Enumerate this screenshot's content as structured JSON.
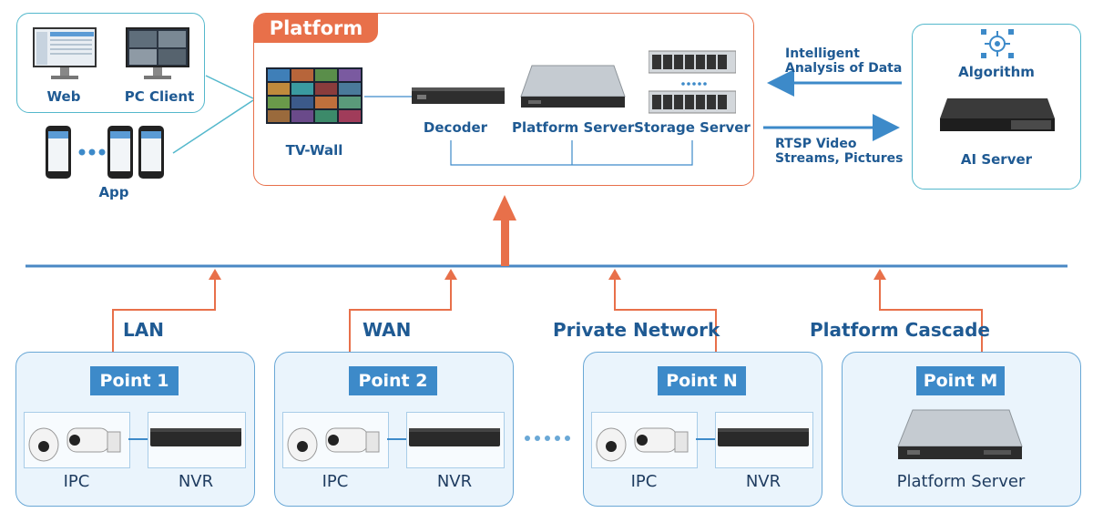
{
  "platform": {
    "title": "Platform",
    "tv_wall": "TV-Wall",
    "decoder": "Decoder",
    "platform_server": "Platform Server",
    "storage_server": "Storage Server"
  },
  "clients": {
    "web": "Web",
    "pc_client": "PC Client",
    "app": "App"
  },
  "ai": {
    "algorithm": "Algorithm",
    "ai_server": "AI Server",
    "arrow_in": [
      "Intelligent",
      "Analysis of Data"
    ],
    "arrow_out": [
      "RTSP Video",
      "Streams, Pictures"
    ]
  },
  "networks": [
    "LAN",
    "WAN",
    "Private Network",
    "Platform Cascade"
  ],
  "points": [
    {
      "title": "Point 1",
      "ipc": "IPC",
      "nvr": "NVR"
    },
    {
      "title": "Point 2",
      "ipc": "IPC",
      "nvr": "NVR"
    },
    {
      "title": "Point N",
      "ipc": "IPC",
      "nvr": "NVR"
    },
    {
      "title": "Point M",
      "server": "Platform Server"
    }
  ],
  "colors": {
    "accent_orange": "#e8704a",
    "accent_blue": "#3d8ac9",
    "text_blue": "#1f5a93",
    "bus_blue": "#4a88c4",
    "teal": "#54b8cc"
  }
}
